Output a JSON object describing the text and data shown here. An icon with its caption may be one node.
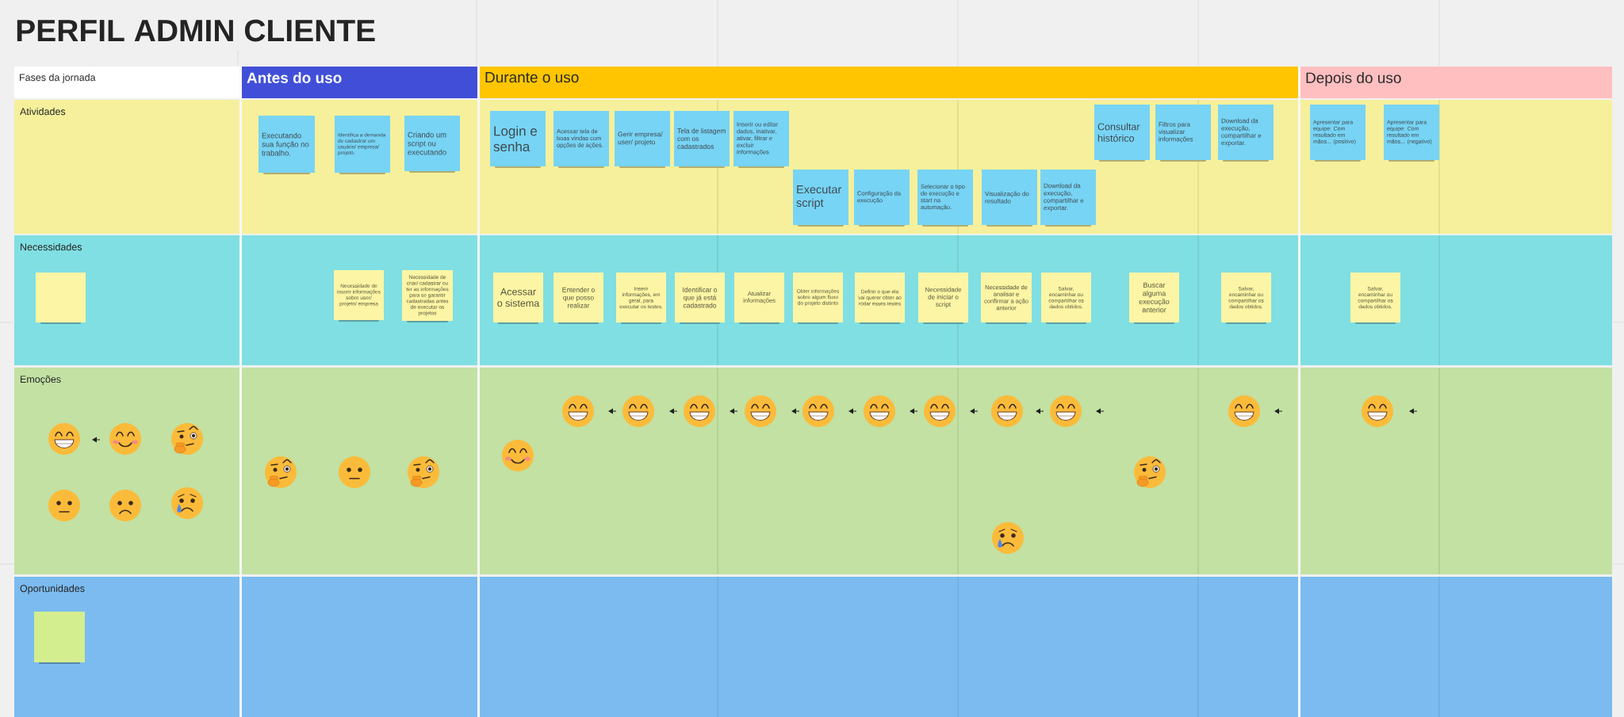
{
  "diagram": {
    "title": "PERFIL ADMIN CLIENTE",
    "nodes": [
      {
        "text": [
          "Fases da jornada"
        ]
      },
      {
        "text": [
          "Antes do uso"
        ]
      },
      {
        "text": [
          "Durante o uso"
        ]
      },
      {
        "text": [
          "Depois do uso"
        ]
      },
      {
        "text": [
          "Atividades"
        ]
      },
      {
        "text": [
          "Executando sua função no trabalho."
        ],
        "in": 4
      },
      {
        "text": [
          "Identifica a demanda de cadastrar um usuário/ empresa/ projeto."
        ],
        "in": 4
      },
      {
        "text": [
          "Criando um script ou executando"
        ],
        "in": 4
      },
      {
        "text": [
          "Login e senha"
        ],
        "in": 4
      },
      {
        "text": [
          "Acessar tela de boas vindas com opções de ações."
        ],
        "in": 4
      },
      {
        "text": [
          "Gerir empresa/ user/ projeto"
        ],
        "in": 4
      },
      {
        "text": [
          "Tela de listagem com os cadastrados"
        ],
        "in": 4
      },
      {
        "text": [
          "Inserir ou editar dados, inativar, ativar, filtrar e excluir informações"
        ],
        "in": 4
      },
      {
        "text": [
          "Executar script"
        ],
        "in": 4
      },
      {
        "text": [
          "Configuração da execução"
        ],
        "in": 4
      },
      {
        "text": [
          "Selecionar o tipo de execução e start na automação."
        ],
        "in": 4
      },
      {
        "text": [
          "Visualização do resultado"
        ],
        "in": 4
      },
      {
        "text": [
          "Download da execução, compartilhar e exportar."
        ],
        "in": 4
      },
      {
        "text": [
          "Consultar histórico"
        ],
        "in": 4
      },
      {
        "text": [
          "Filtros para visualizar informações"
        ],
        "in": 4
      },
      {
        "text": [
          "Download da execução, compartilhar e exportar."
        ],
        "in": 4
      },
      {
        "text": [
          "Apresentar para equipe: Com resultado em mãos... (positivo)"
        ],
        "in": 4
      },
      {
        "text": [
          "Apresentar para equipe: Com resultado em mãos... (negativo)"
        ],
        "in": 4
      },
      {
        "text": [
          "Necessidades"
        ]
      },
      {
        "text": [],
        "shape": "box",
        "in": 23
      },
      {
        "text": [
          "Necessidade de inserir informações sobre user/ projeto/ empresa"
        ],
        "in": 23
      },
      {
        "text": [
          "Necessidade de criar/ cadastrar ou ter as informações para se garantir cadastradas antes de executar os projetos"
        ],
        "in": 23
      },
      {
        "text": [
          "Acessar o sistema"
        ],
        "in": 23
      },
      {
        "text": [
          "Entender o que posso realizar"
        ],
        "in": 23
      },
      {
        "text": [
          "Inserir informações, em geral, para executar os testes."
        ],
        "in": 23
      },
      {
        "text": [
          "Identificar o que já está cadastrado"
        ],
        "in": 23
      },
      {
        "text": [
          "Atualizar informações"
        ],
        "in": 23
      },
      {
        "text": [
          "Obter informações sobre algum fluxo do projeto distinto"
        ],
        "in": 23
      },
      {
        "text": [
          "Definir o que ela vai querer obter ao rodar esses testes"
        ],
        "in": 23
      },
      {
        "text": [
          "Necessidade de iniciar o script"
        ],
        "in": 23
      },
      {
        "text": [
          "Necessidade de analisar e confirmar a ação anterior"
        ],
        "in": 23
      },
      {
        "text": [
          "Salvar, encaminhar ou compartilhar os dados obtidos."
        ],
        "in": 23
      },
      {
        "text": [
          "Buscar alguma execução anterior"
        ],
        "in": 23
      },
      {
        "text": [
          "Salvar, encaminhar ou compartilhar os dados obtidos."
        ],
        "in": 23
      },
      {
        "text": [
          "Salvar, encaminhar ou compartilhar os dados obtidos."
        ],
        "in": 23
      },
      {
        "text": [
          "Emoções"
        ]
      },
      {
        "text": [
          "Oportunidades"
        ]
      },
      {
        "text": [],
        "shape": "box",
        "in": 41
      }
    ]
  }
}
